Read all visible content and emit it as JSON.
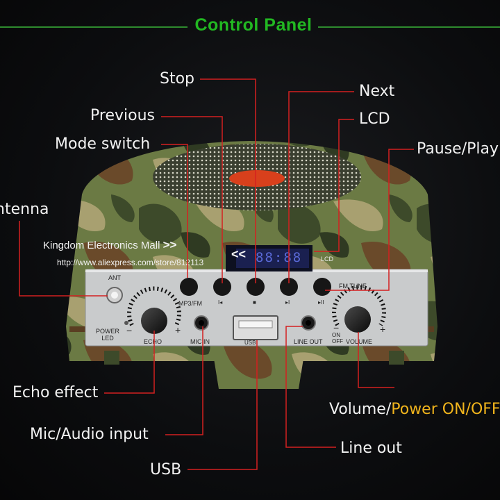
{
  "header": {
    "title": "Control Panel"
  },
  "callouts": {
    "stop": "Stop",
    "next": "Next",
    "previous": "Previous",
    "lcd": "LCD",
    "mode_switch": "Mode switch",
    "pause_play": "Pause/Play",
    "antenna": "Antenna",
    "echo_effect": "Echo effect",
    "volume_prefix": "Volume/",
    "volume_power": "Power ON/OFF",
    "mic_input": "Mic/Audio input",
    "line_out": "Line out",
    "usb": "USB"
  },
  "watermark": {
    "shop": "Kingdom Electronics Mall",
    "arrows": ">>",
    "url": "http://www.aliexpress.com/store/812113",
    "back_arrows": "<<"
  },
  "device_labels": {
    "ant": "ANT",
    "power_led": "POWER\nLED",
    "mp3_fm": "MP3/FM",
    "fm_tune": "FM TUNE",
    "lcd": "LCD",
    "lcd_display": "88:88",
    "echo": "ECHO",
    "mic_in": "MIC IN",
    "usb": "USB",
    "line_out": "LINE OUT",
    "on_off": "ON\nOFF",
    "volume": "VOLUME",
    "minus": "−",
    "plus": "+",
    "prev_symbol": "I◂",
    "stop_symbol": "■",
    "next_symbol": "▸I",
    "play_symbol": "▸II"
  },
  "colors": {
    "accent_green": "#22b822",
    "leader_red": "#d42020",
    "highlight_yellow": "#f0b41c",
    "camo_dark": "#3d4a2a",
    "camo_mid": "#6b7a44",
    "camo_light": "#a8a070",
    "camo_brown": "#6a4a2a",
    "panel_silver": "#c9cbcc",
    "lcd_blue": "#2a3a8a"
  }
}
